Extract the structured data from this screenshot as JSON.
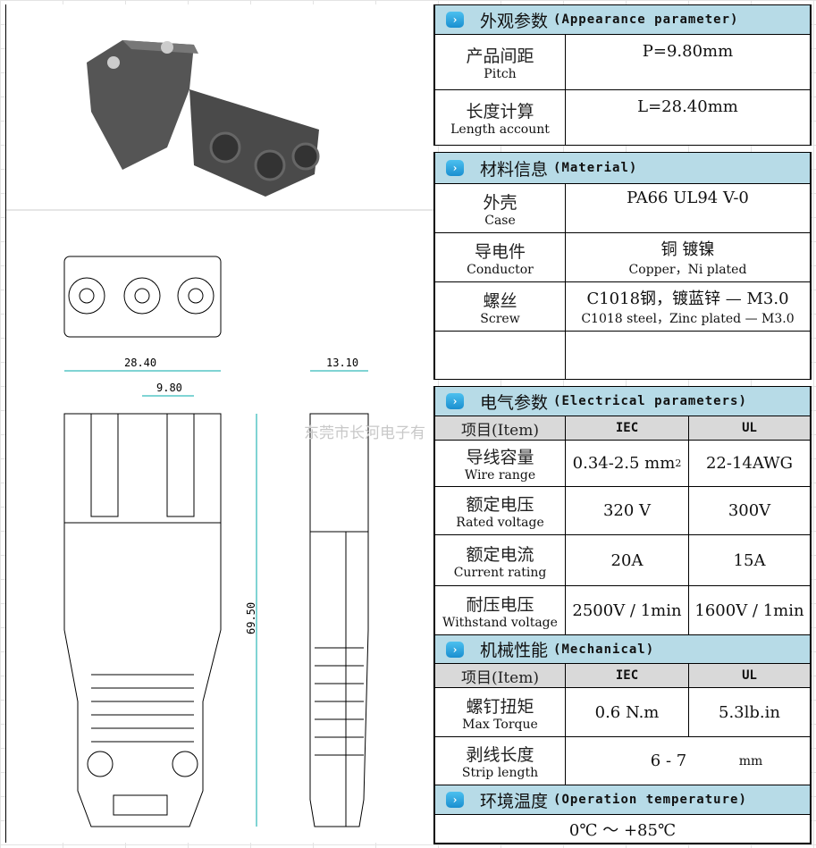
{
  "watermark": "东莞市长河电子有",
  "drawing": {
    "dim_width": "28.40",
    "dim_pitch": "9.80",
    "dim_length": "69.50",
    "dim_thickness": "13.10"
  },
  "appearance": {
    "title_cn": "外观参数",
    "title_en": "(Appearance parameter)",
    "pitch": {
      "cn": "产品间距",
      "en": "Pitch",
      "value": "P=9.80mm"
    },
    "length": {
      "cn": "长度计算",
      "en": "Length account",
      "value": "L=28.40mm"
    }
  },
  "material": {
    "title_cn": "材料信息",
    "title_en": "(Material)",
    "case": {
      "cn": "外壳",
      "en": "Case",
      "value": "PA66 UL94 V-0"
    },
    "conductor": {
      "cn": "导电件",
      "en": "Conductor",
      "value_cn": "铜  镀镍",
      "value_en": "Copper，Ni plated"
    },
    "screw": {
      "cn": "螺丝",
      "en": "Screw",
      "value_cn": "C1018钢，镀蓝锌 —  M3.0",
      "value_en": "C1018 steel，Zinc plated — M3.0"
    }
  },
  "electrical": {
    "title_cn": "电气参数",
    "title_en": "(Electrical parameters)",
    "col_item": "项目(Item)",
    "col_iec": "IEC",
    "col_ul": "UL",
    "rows": [
      {
        "cn": "导线容量",
        "en": "Wire range",
        "iec": "0.34-2.5 mm",
        "iec_sup": "2",
        "ul": "22-14AWG"
      },
      {
        "cn": "额定电压",
        "en": "Rated voltage",
        "iec": "320 V",
        "ul": "300V"
      },
      {
        "cn": "额定电流",
        "en": "Current rating",
        "iec": "20A",
        "ul": "15A"
      },
      {
        "cn": "耐压电压",
        "en": "Withstand voltage",
        "iec": "2500V / 1min",
        "ul": "1600V / 1min"
      }
    ]
  },
  "mechanical": {
    "title_cn": "机械性能",
    "title_en": "(Mechanical)",
    "col_item": "项目(Item)",
    "col_iec": "IEC",
    "col_ul": "UL",
    "torque": {
      "cn": "螺钉扭矩",
      "en": "Max Torque",
      "iec": "0.6  N.m",
      "ul": "5.3lb.in"
    },
    "strip": {
      "cn": "剥线长度",
      "en": "Strip length",
      "value": "6 - 7",
      "unit": "mm"
    }
  },
  "temperature": {
    "title_cn": "环境温度",
    "title_en": "(Operation temperature)",
    "value": "0℃  ～  +85℃"
  }
}
